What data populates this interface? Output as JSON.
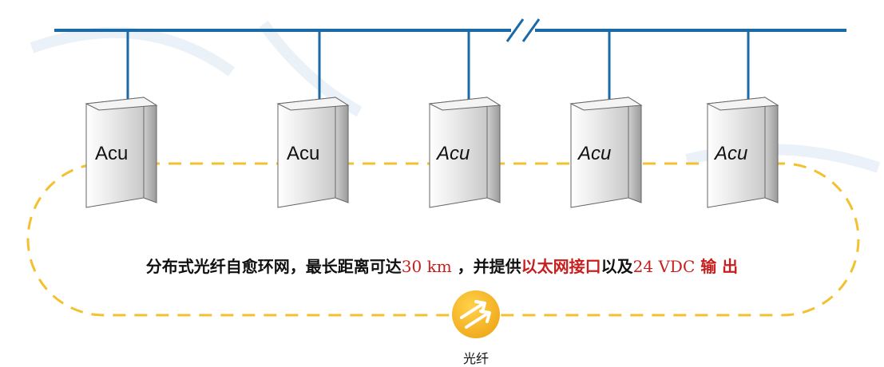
{
  "bus": {
    "color": "#1a6aa8",
    "break_marker": "//"
  },
  "units": [
    {
      "label": "Acu",
      "italic": false
    },
    {
      "label": "Acu",
      "italic": false
    },
    {
      "label": "Acu",
      "italic": true
    },
    {
      "label": "Acu",
      "italic": true
    },
    {
      "label": "Acu",
      "italic": true
    }
  ],
  "ring": {
    "color": "#f3c12f",
    "style": "dashed",
    "icon": "double-arrow-icon"
  },
  "caption": {
    "part1": "分布式光纤自愈环网，最长距离可达",
    "distance": "30 km",
    "part2": " ，并提供",
    "highlight": "以太网接口",
    "part3": "以及",
    "voltage": "24 VDC",
    "output": " 输 出",
    "highlight_color": "#c81e1e"
  },
  "fiber_label": "光纤"
}
